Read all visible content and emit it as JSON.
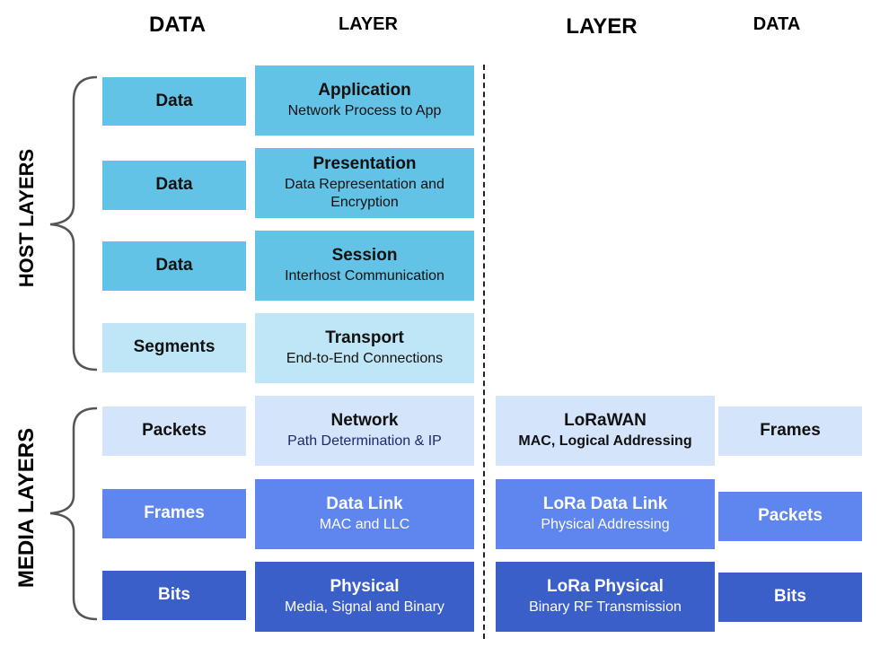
{
  "headers": {
    "left_data": "DATA",
    "left_layer": "LAYER",
    "right_layer": "LAYER",
    "right_data": "DATA"
  },
  "groups": {
    "host": "HOST LAYERS",
    "media": "MEDIA LAYERS"
  },
  "osi_layers": [
    {
      "data": "Data",
      "title": "Application",
      "subtitle": "Network Process to App"
    },
    {
      "data": "Data",
      "title": "Presentation",
      "subtitle": "Data Representation and Encryption"
    },
    {
      "data": "Data",
      "title": "Session",
      "subtitle": "Interhost Communication"
    },
    {
      "data": "Segments",
      "title": "Transport",
      "subtitle": "End-to-End Connections"
    },
    {
      "data": "Packets",
      "title": "Network",
      "subtitle": "Path Determination & IP"
    },
    {
      "data": "Frames",
      "title": "Data Link",
      "subtitle": "MAC and LLC"
    },
    {
      "data": "Bits",
      "title": "Physical",
      "subtitle": "Media, Signal and Binary"
    }
  ],
  "lora_layers": [
    {
      "title": "LoRaWAN",
      "subtitle": "MAC, Logical Addressing",
      "data": "Frames"
    },
    {
      "title": "LoRa Data Link",
      "subtitle": "Physical Addressing",
      "data": "Packets"
    },
    {
      "title": "LoRa Physical",
      "subtitle": "Binary RF Transmission",
      "data": "Bits"
    }
  ],
  "colors": {
    "host": "#62c3e6",
    "transport": "#bfe6f6",
    "network": "#d4e4fb",
    "data_link": "#5e86ee",
    "physical": "#3b5fc9"
  }
}
